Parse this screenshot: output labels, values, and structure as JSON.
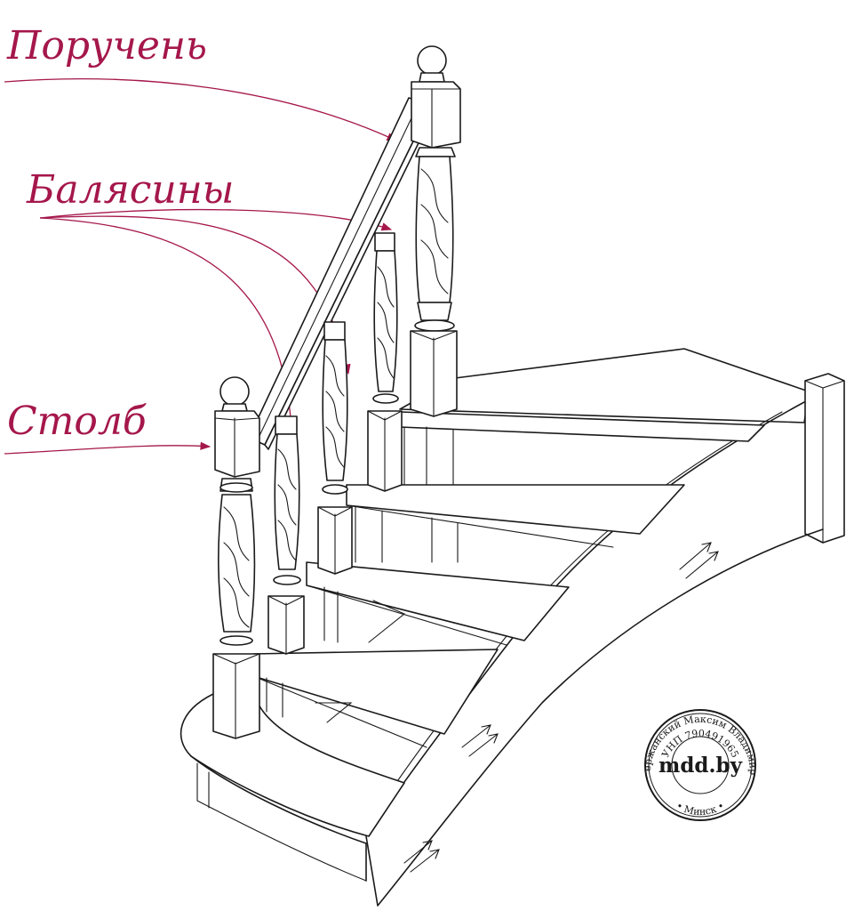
{
  "labels": {
    "handrail": "Поручень",
    "balusters": "Балясины",
    "post": "Столб"
  },
  "stamp": {
    "outer_text": "ИП Держанский Максим Владимирович",
    "inner_text": "УНП 790491965",
    "bottom_text": "• Минск •",
    "center": "mdd.by"
  },
  "colors": {
    "accent": "#a5174b",
    "ink": "#1a1a1a"
  }
}
